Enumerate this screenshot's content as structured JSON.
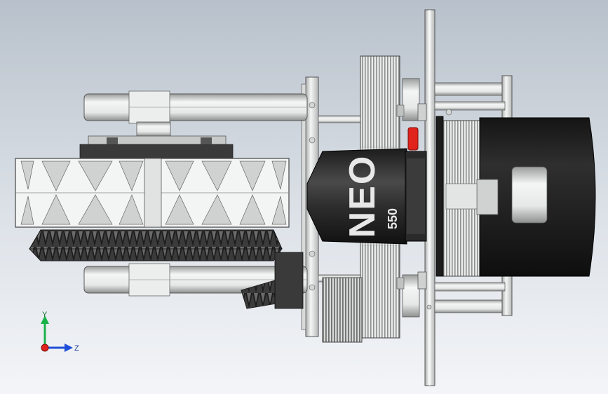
{
  "motor": {
    "brand": "NEO",
    "model": "550"
  },
  "triad": {
    "y_label": "Y",
    "z_label": "Z"
  },
  "colors": {
    "bg_top": "#b9c2cc",
    "bg_bottom": "#f2f5f8",
    "metal_light": "#f2f4f4",
    "metal_mid": "#c9cccb",
    "metal_dark": "#7d807f",
    "motor_body": "#2a2a2a",
    "accent_red": "#e0241c",
    "axis_y": "#19b34a",
    "axis_z": "#1f4fd8"
  }
}
